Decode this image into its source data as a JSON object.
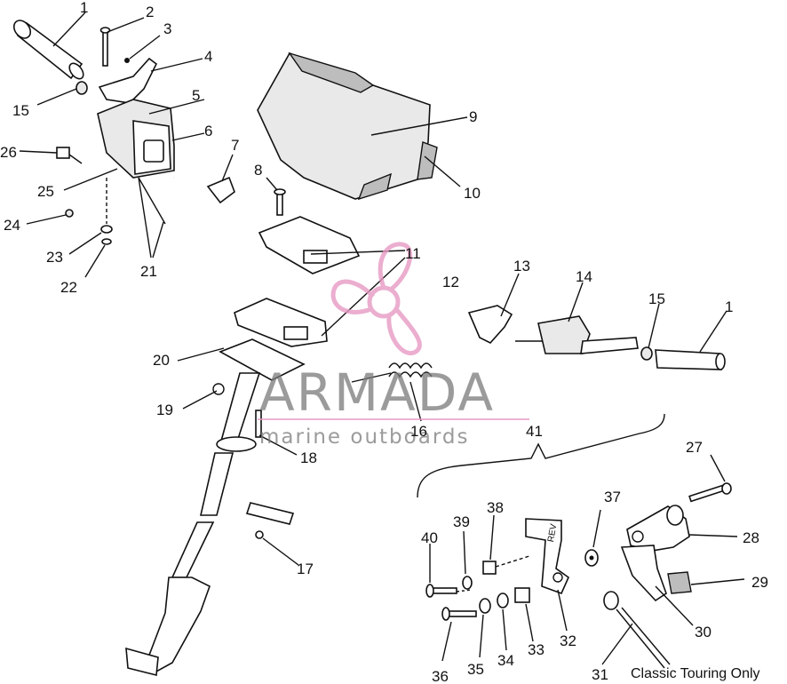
{
  "callouts": {
    "c1a": "1",
    "c2": "2",
    "c3": "3",
    "c4": "4",
    "c5": "5",
    "c6": "6",
    "c7": "7",
    "c8": "8",
    "c9": "9",
    "c10": "10",
    "c11": "11",
    "c12": "12",
    "c13": "13",
    "c14": "14",
    "c15a": "15",
    "c15b": "15",
    "c1b": "1",
    "c16": "16",
    "c17": "17",
    "c18": "18",
    "c19": "19",
    "c20": "20",
    "c21": "21",
    "c22": "22",
    "c23": "23",
    "c24": "24",
    "c25": "25",
    "c26": "26",
    "c27": "27",
    "c28": "28",
    "c29": "29",
    "c30": "30",
    "c31": "31",
    "c32": "32",
    "c33": "33",
    "c34": "34",
    "c35": "35",
    "c36": "36",
    "c37": "37",
    "c38": "38",
    "c39": "39",
    "c40": "40",
    "c41": "41"
  },
  "note": "Classic Touring Only",
  "part_marking": "REV",
  "watermark": {
    "brand": "ARMADA",
    "tagline": "marine outboards",
    "logo_color": "#e79ac4",
    "text_color": "#7a7a7a"
  }
}
